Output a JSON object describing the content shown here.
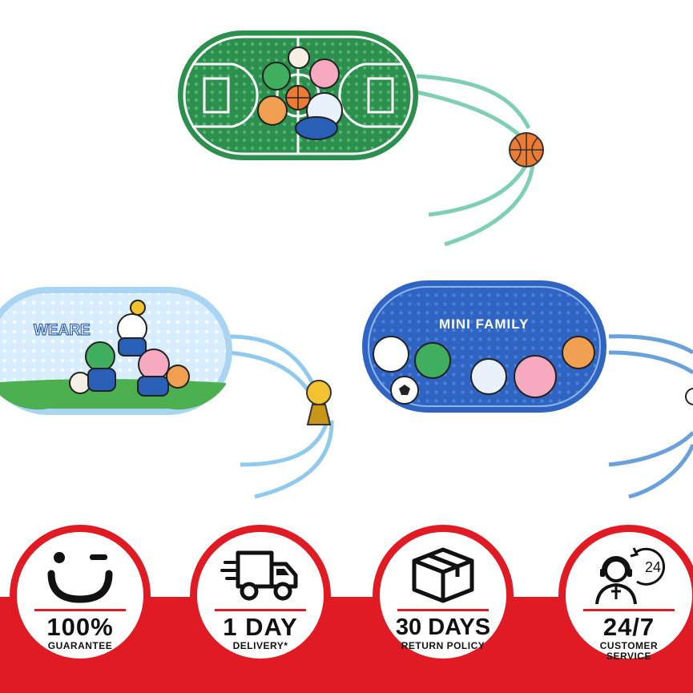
{
  "products": {
    "case_top": {
      "court_theme": "basketball",
      "charm": "basketball-charm-icon"
    },
    "case_left": {
      "printed_text": "WEARE",
      "charm": "trophy-charm-icon"
    },
    "case_right": {
      "printed_text": "MINI FAMILY",
      "charm": "soccer-ball-icon"
    }
  },
  "badges": [
    {
      "icon": "smile-wink-icon",
      "big": "100%",
      "small": "GUARANTEE"
    },
    {
      "icon": "delivery-truck-icon",
      "big": "1 DAY",
      "small": "DELIVERY*"
    },
    {
      "icon": "package-box-icon",
      "big": "30 DAYS",
      "small": "RETURN POLICY"
    },
    {
      "icon": "customer-support-24-icon",
      "big": "24/7",
      "small": "CUSTOMER SERVICE",
      "icon_text": "24"
    }
  ],
  "colors": {
    "brand_red": "#e01b24",
    "court_green": "#2f9a52",
    "light_blue": "#bfe1f7",
    "royal_blue": "#2f64c2"
  }
}
